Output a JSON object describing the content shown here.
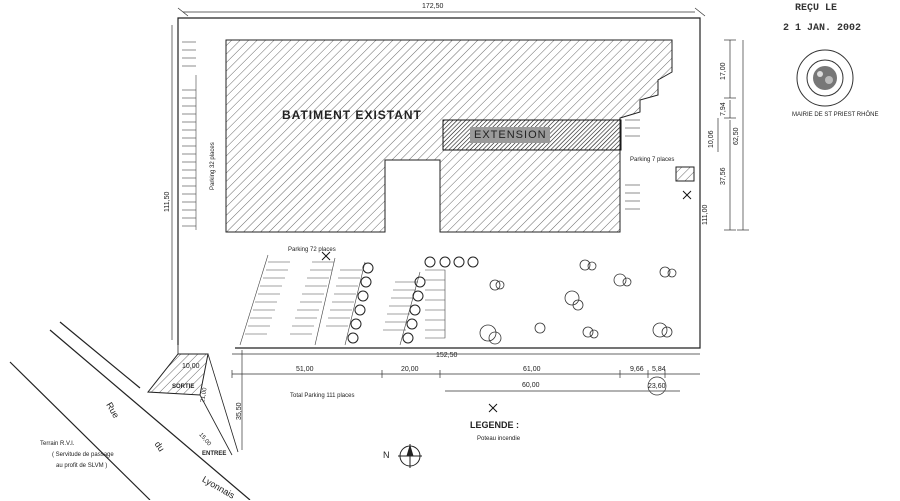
{
  "stamp": {
    "received_label": "REÇU LE",
    "received_date": "2 1 JAN. 2002",
    "seal_text": "MAIRIE DE ST PRIEST RHÔNE"
  },
  "building": {
    "existing_label": "BATIMENT  EXISTANT",
    "extension_label": "EXTENSION",
    "parking_32": "Parking 32 places",
    "parking_7": "Parking 7 places"
  },
  "parking": {
    "parking_72": "Parking 72 places",
    "total": "Total Parking 111 places"
  },
  "dimensions": {
    "top_width": "172,50",
    "left_height": "111,50",
    "right_17": "17,00",
    "right_7_94": "7,94",
    "right_10_06": "10,06",
    "right_37_56": "37,56",
    "right_62_50": "62,50",
    "right_111": "111,00",
    "bottom_152_50": "152,50",
    "seg_51": "51,00",
    "seg_20": "20,00",
    "seg_61": "61,00",
    "seg_60": "60,00",
    "seg_9_66": "9,66",
    "seg_5_84": "5,84",
    "seg_23_60": "23,60",
    "exit_10": "10,00",
    "exit_21": "21,00",
    "entry_15": "15,00",
    "left_35_50": "35,50"
  },
  "access": {
    "exit_label": "SORTIE",
    "entry_label": "ENTREE"
  },
  "street": {
    "word1": "Rue",
    "word2": "du",
    "word3": "Lyonnais"
  },
  "easement": {
    "line1": "Terrain R.V.I.",
    "line2": "( Servitude de passage",
    "line3": "au profit de SLVM )"
  },
  "legend": {
    "title": "LEGENDE :",
    "hydrant": "Poteau incendie"
  },
  "north": {
    "label": "N"
  }
}
